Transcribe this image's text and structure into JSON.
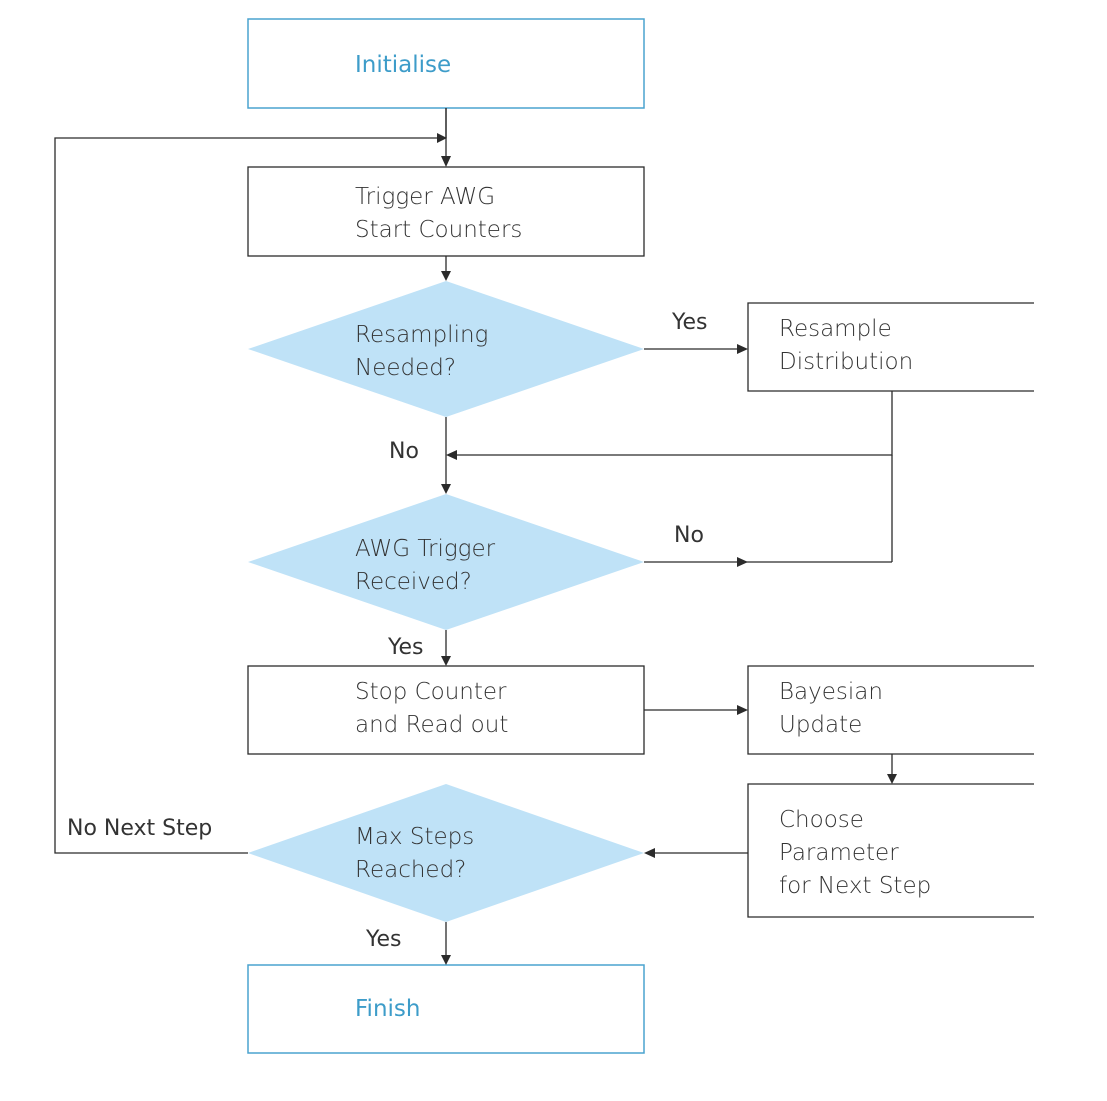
{
  "colors": {
    "terminal_border": "#4aa3cf",
    "terminal_text": "#3d9cc9",
    "decision_fill": "#bfe2f7",
    "line": "#2b2b2b",
    "text": "#333333"
  },
  "nodes": {
    "initialise": {
      "lines": [
        "Initialise"
      ]
    },
    "trigger": {
      "lines": [
        "Trigger AWG",
        "Start Counters"
      ]
    },
    "resampling": {
      "lines": [
        "Resampling",
        "Needed?"
      ]
    },
    "resample": {
      "lines": [
        "Resample",
        "Distribution"
      ]
    },
    "awg_received": {
      "lines": [
        "AWG Trigger",
        "Received?"
      ]
    },
    "stop_counter": {
      "lines": [
        "Stop Counter",
        "and Read out"
      ]
    },
    "bayesian": {
      "lines": [
        "Bayesian",
        "Update"
      ]
    },
    "choose_param": {
      "lines": [
        "Choose",
        "Parameter",
        "for Next Step"
      ]
    },
    "max_steps": {
      "lines": [
        "Max Steps",
        "Reached?"
      ]
    },
    "finish": {
      "lines": [
        "Finish"
      ]
    }
  },
  "edges": {
    "resampling_yes": "Yes",
    "resampling_no": "No",
    "awg_no": "No",
    "awg_yes": "Yes",
    "max_no": "No Next Step",
    "max_yes": "Yes"
  }
}
